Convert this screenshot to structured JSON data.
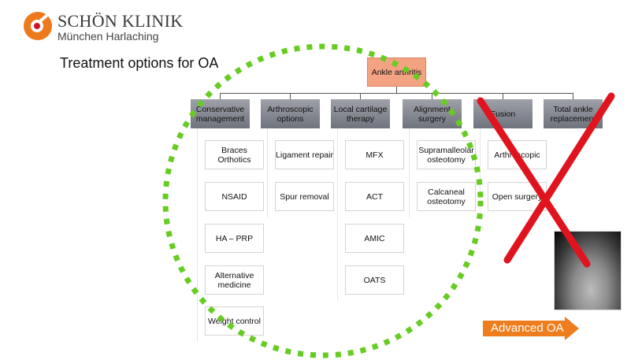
{
  "logo": {
    "brand": "SCHÖN KLINIK",
    "subtitle": "München Harlaching",
    "color": "#ec7a1c"
  },
  "slide_title": "Treatment options for OA",
  "root": {
    "label": "Ankle arthritis",
    "color": "#f4a382"
  },
  "columns": [
    {
      "label": "Conservative management",
      "items": [
        "Braces Orthotics",
        "NSAID",
        "HA – PRP",
        "Alternative medicine",
        "Weight control"
      ]
    },
    {
      "label": "Arthroscopic options",
      "items": [
        "Ligament repair",
        "Spur removal"
      ]
    },
    {
      "label": "Local cartilage therapy",
      "items": [
        "MFX",
        "ACT",
        "AMIC",
        "OATS"
      ]
    },
    {
      "label": "Alignment surgery",
      "items": [
        "Supramalleolar osteotomy",
        "Calcaneal osteotomy"
      ]
    },
    {
      "label": "Fusion",
      "items": [
        "Arthroscopic",
        "Open surgery"
      ]
    },
    {
      "label": "Total ankle replacement",
      "items": []
    }
  ],
  "advanced_label": "Advanced OA",
  "annotations": {
    "circle_color": "#66cc22",
    "cross_color": "#e0141e",
    "arrow_color": "#ee7d1d"
  }
}
